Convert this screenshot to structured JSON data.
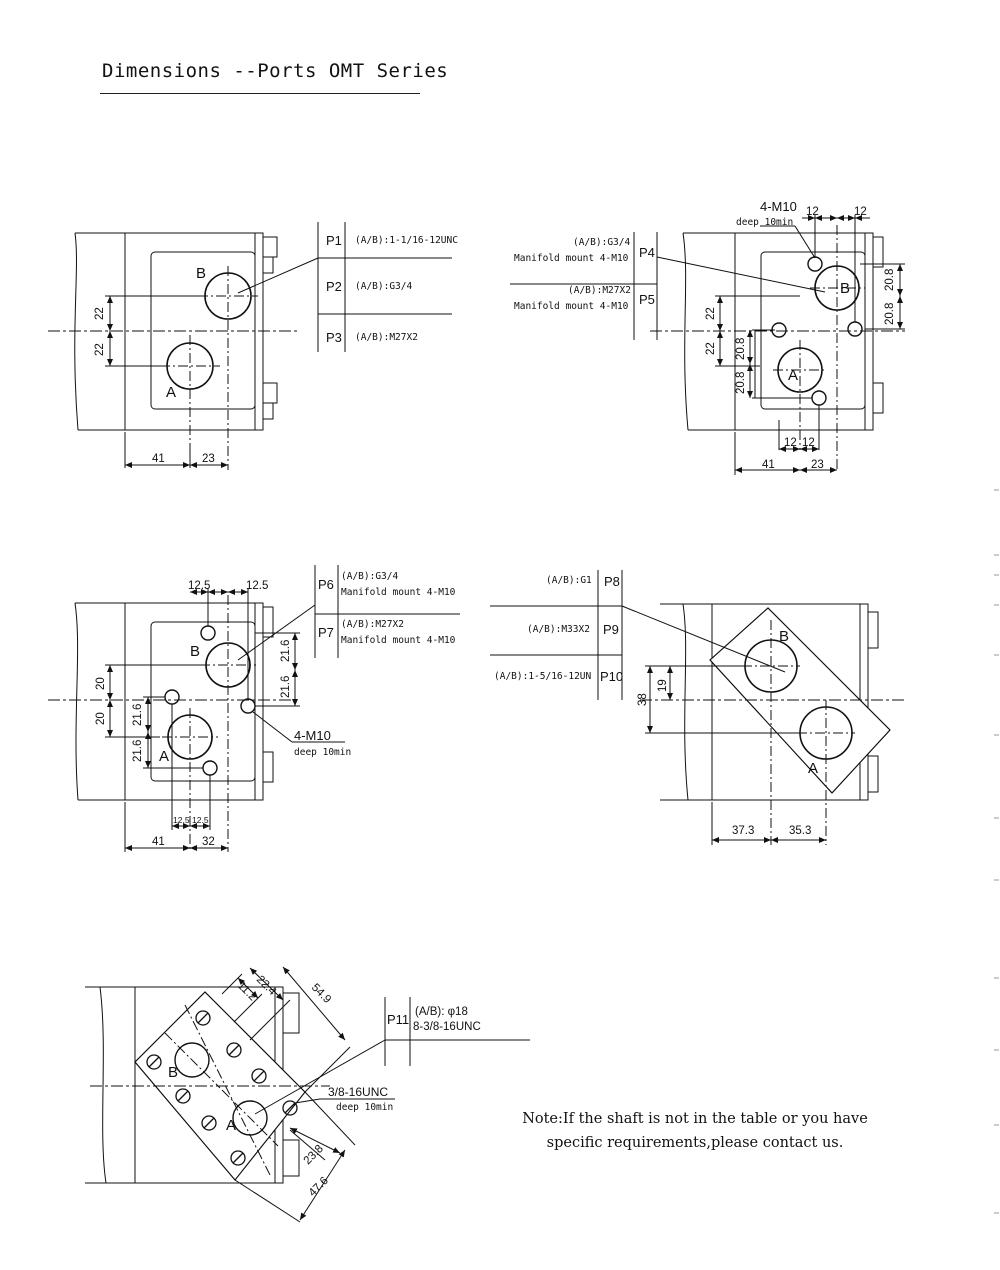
{
  "page": {
    "title": "Dimensions --Ports OMT Series",
    "note_line1": "Note:If the shaft is not in the table or you have",
    "note_line2": "specific requirements,please contact us."
  },
  "views": {
    "v1": {
      "ports": [
        {
          "code": "P1",
          "spec": "(A/B):1-1/16-12UNC"
        },
        {
          "code": "P2",
          "spec": "(A/B):G3/4"
        },
        {
          "code": "P3",
          "spec": "(A/B):M27X2"
        }
      ],
      "port_a": "A",
      "port_b": "B",
      "dims": {
        "v_top": "22",
        "v_bottom": "22",
        "h_left": "41",
        "h_right": "23"
      }
    },
    "v2": {
      "ports": [
        {
          "code": "P4",
          "spec": "(A/B):G3/4",
          "mount": "Manifold mount 4-M10"
        },
        {
          "code": "P5",
          "spec": "(A/B):M27X2",
          "mount": "Manifold mount 4-M10"
        }
      ],
      "port_a": "A",
      "port_b": "B",
      "thread": "4-M10",
      "depth": "deep 10min",
      "dims": {
        "top_left": "12",
        "top_right": "12",
        "right_upper": "20.8",
        "right_lower": "20.8",
        "v_top": "22",
        "v_bottom": "22",
        "inner_upper": "20.8",
        "inner_lower": "20.8",
        "bot_left": "12",
        "bot_right": "12",
        "h_left": "41",
        "h_right": "23"
      }
    },
    "v3": {
      "ports": [
        {
          "code": "P6",
          "spec": "(A/B):G3/4",
          "mount": "Manifold mount 4-M10"
        },
        {
          "code": "P7",
          "spec": "(A/B):M27X2",
          "mount": "Manifold mount 4-M10"
        }
      ],
      "port_a": "A",
      "port_b": "B",
      "thread": "4-M10",
      "depth": "deep 10min",
      "dims": {
        "top_left": "12.5",
        "top_right": "12.5",
        "right_upper": "21.6",
        "right_lower": "21.6",
        "v_top": "20",
        "v_bottom": "20",
        "inner_upper": "21.6",
        "inner_lower": "21.6",
        "bot_left": "12.5",
        "bot_right": "12.5",
        "h_left": "41",
        "h_right": "32"
      }
    },
    "v4": {
      "ports": [
        {
          "code": "P8",
          "spec": "(A/B):G1"
        },
        {
          "code": "P9",
          "spec": "(A/B):M33X2"
        },
        {
          "code": "P10",
          "spec": "(A/B):1-5/16-12UN"
        }
      ],
      "port_a": "A",
      "port_b": "B",
      "dims": {
        "v_small": "19",
        "v_big": "38",
        "h_left": "37.3",
        "h_right": "35.3"
      }
    },
    "v5": {
      "port": {
        "code": "P11",
        "spec": "(A/B): φ18",
        "thread": "8-3/8-16UNC"
      },
      "port_a": "A",
      "port_b": "B",
      "thread": "3/8-16UNC",
      "depth": "deep 10min",
      "dims": {
        "d1": "11.2",
        "d2": "22.4",
        "d3": "54.9",
        "d4": "23.8",
        "d5": "47.6"
      }
    }
  }
}
